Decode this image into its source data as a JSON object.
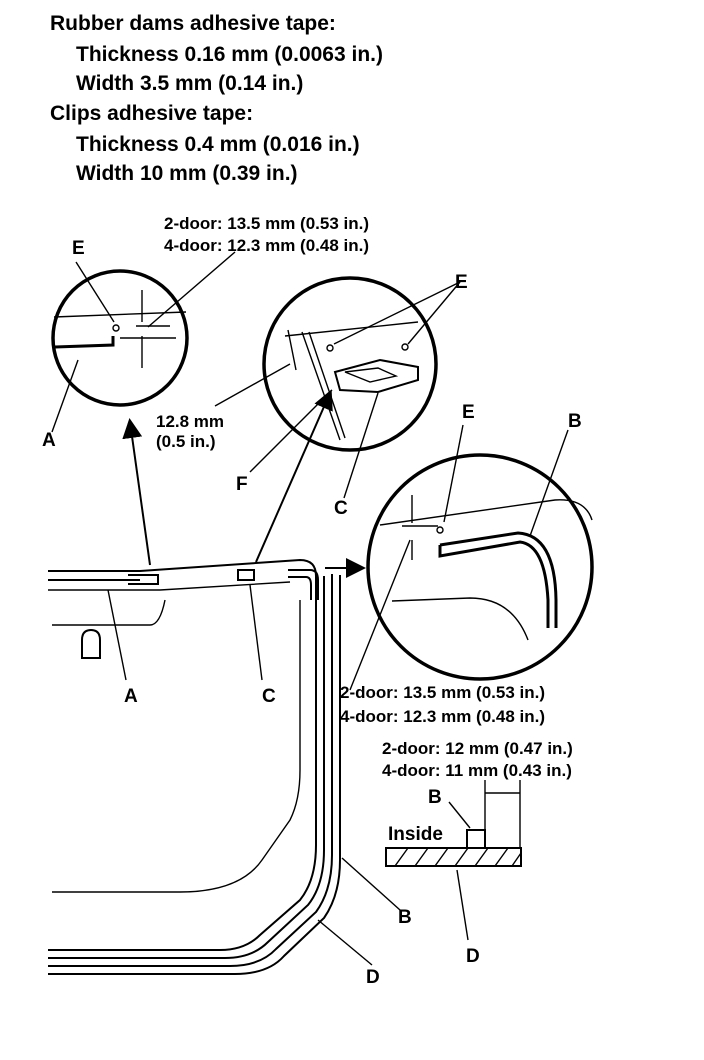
{
  "spec": {
    "rubber_dams_title": "Rubber dams adhesive tape:",
    "rubber_dams_thickness": "Thickness 0.16 mm (0.0063 in.)",
    "rubber_dams_width": "Width 3.5 mm (0.14 in.)",
    "clips_title": "Clips adhesive tape:",
    "clips_thickness": "Thickness 0.4 mm (0.016 in.)",
    "clips_width": "Width 10 mm (0.39 in.)"
  },
  "dims": {
    "top_2door": "2-door: 13.5 mm (0.53 in.)",
    "top_4door": "4-door: 12.3 mm (0.48 in.)",
    "clip_line1": "12.8 mm",
    "clip_line2": "(0.5 in.)",
    "corner_2door": "2-door: 13.5 mm (0.53 in.)",
    "corner_4door": "4-door: 12.3 mm (0.48 in.)",
    "section_2door": "2-door: 12 mm (0.47 in.)",
    "section_4door": "4-door: 11 mm (0.43 in.)"
  },
  "labels": {
    "a": "A",
    "b": "B",
    "c": "C",
    "d": "D",
    "e": "E",
    "f": "F",
    "inside": "Inside"
  }
}
